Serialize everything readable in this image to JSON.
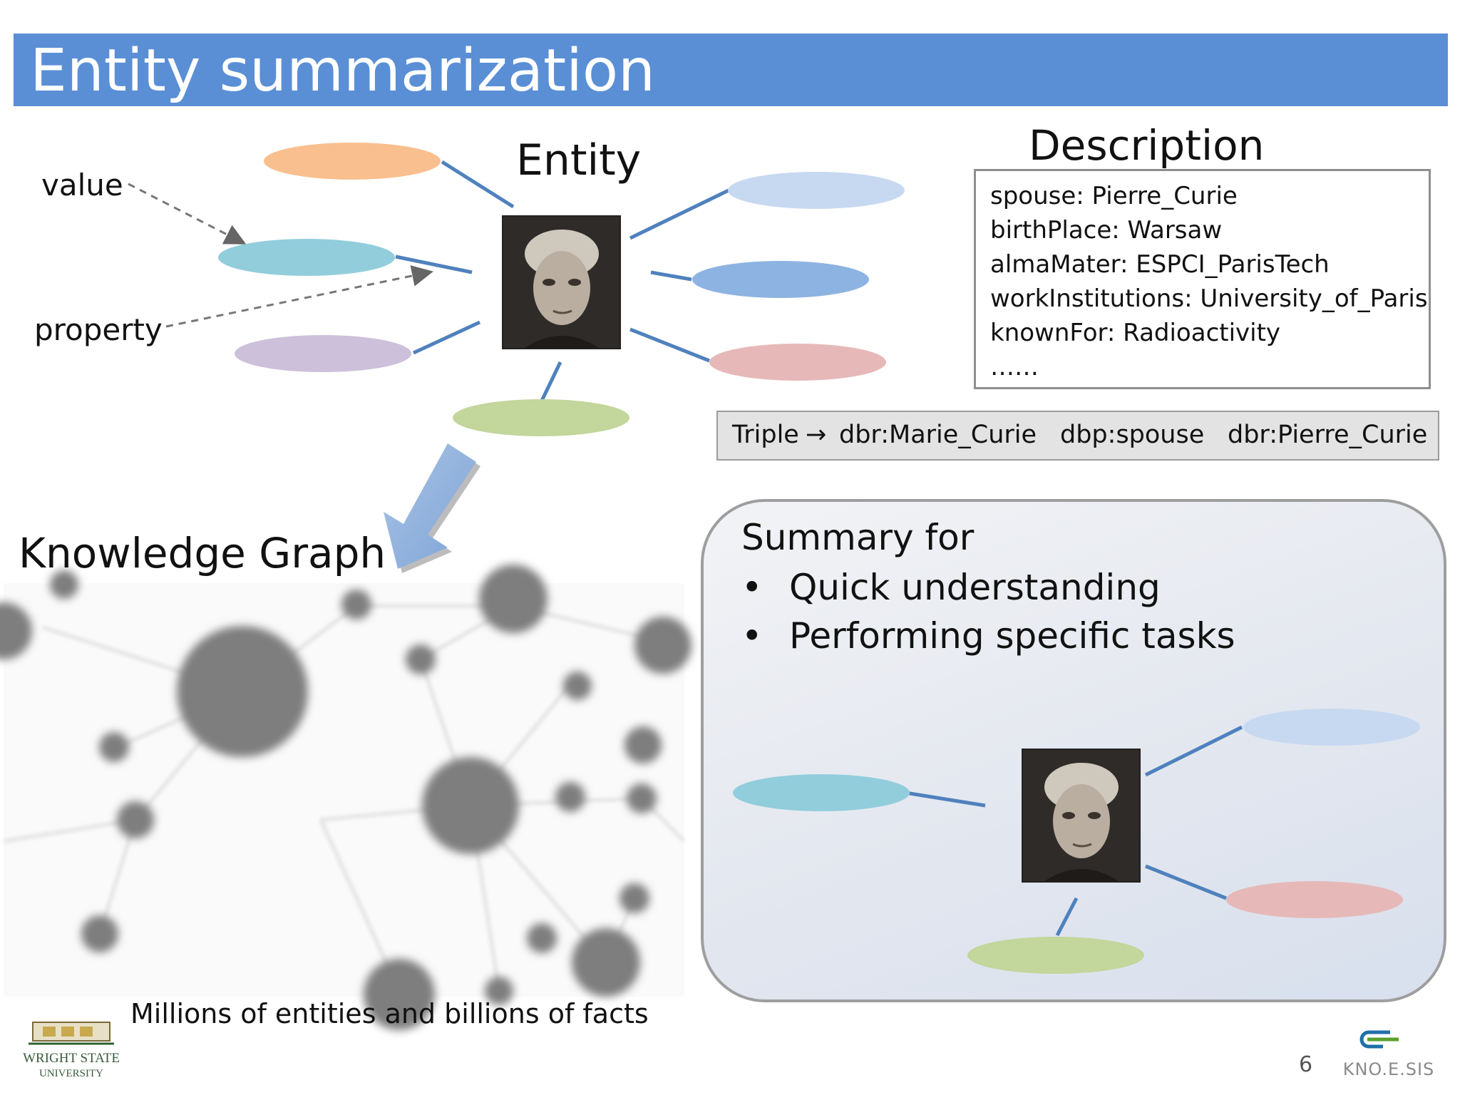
{
  "slide": {
    "title": "Entity summarization",
    "page_number": "6"
  },
  "diagram": {
    "entity_label": "Entity",
    "value_label": "value",
    "property_label": "property",
    "colors": {
      "orange": "#f9bf8f",
      "light_blue": "#c7d9f1",
      "teal": "#92cddc",
      "blue": "#8db3e2",
      "lavender": "#ccc0da",
      "pink": "#e6b9b8",
      "green": "#c3d69b",
      "edge": "#4f81bd"
    }
  },
  "description": {
    "heading": "Description",
    "lines": [
      "spouse: Pierre_Curie",
      "birthPlace: Warsaw",
      "almaMater: ESPCI_ParisTech",
      "workInstitutions: University_of_Paris",
      "knownFor: Radioactivity",
      "……"
    ]
  },
  "triple": {
    "prefix": "Triple",
    "subject": "dbr:Marie_Curie",
    "predicate": "dbp:spouse",
    "object": "dbr:Pierre_Curie"
  },
  "knowledge_graph": {
    "label": "Knowledge Graph",
    "caption": "Millions of entities and billions of facts"
  },
  "summary": {
    "heading": "Summary for",
    "bullets": [
      "Quick understanding",
      "Performing specific tasks"
    ]
  },
  "logos": {
    "left_line1": "WRIGHT STATE",
    "left_line2": "UNIVERSITY",
    "right": "KNO.E.SIS"
  }
}
